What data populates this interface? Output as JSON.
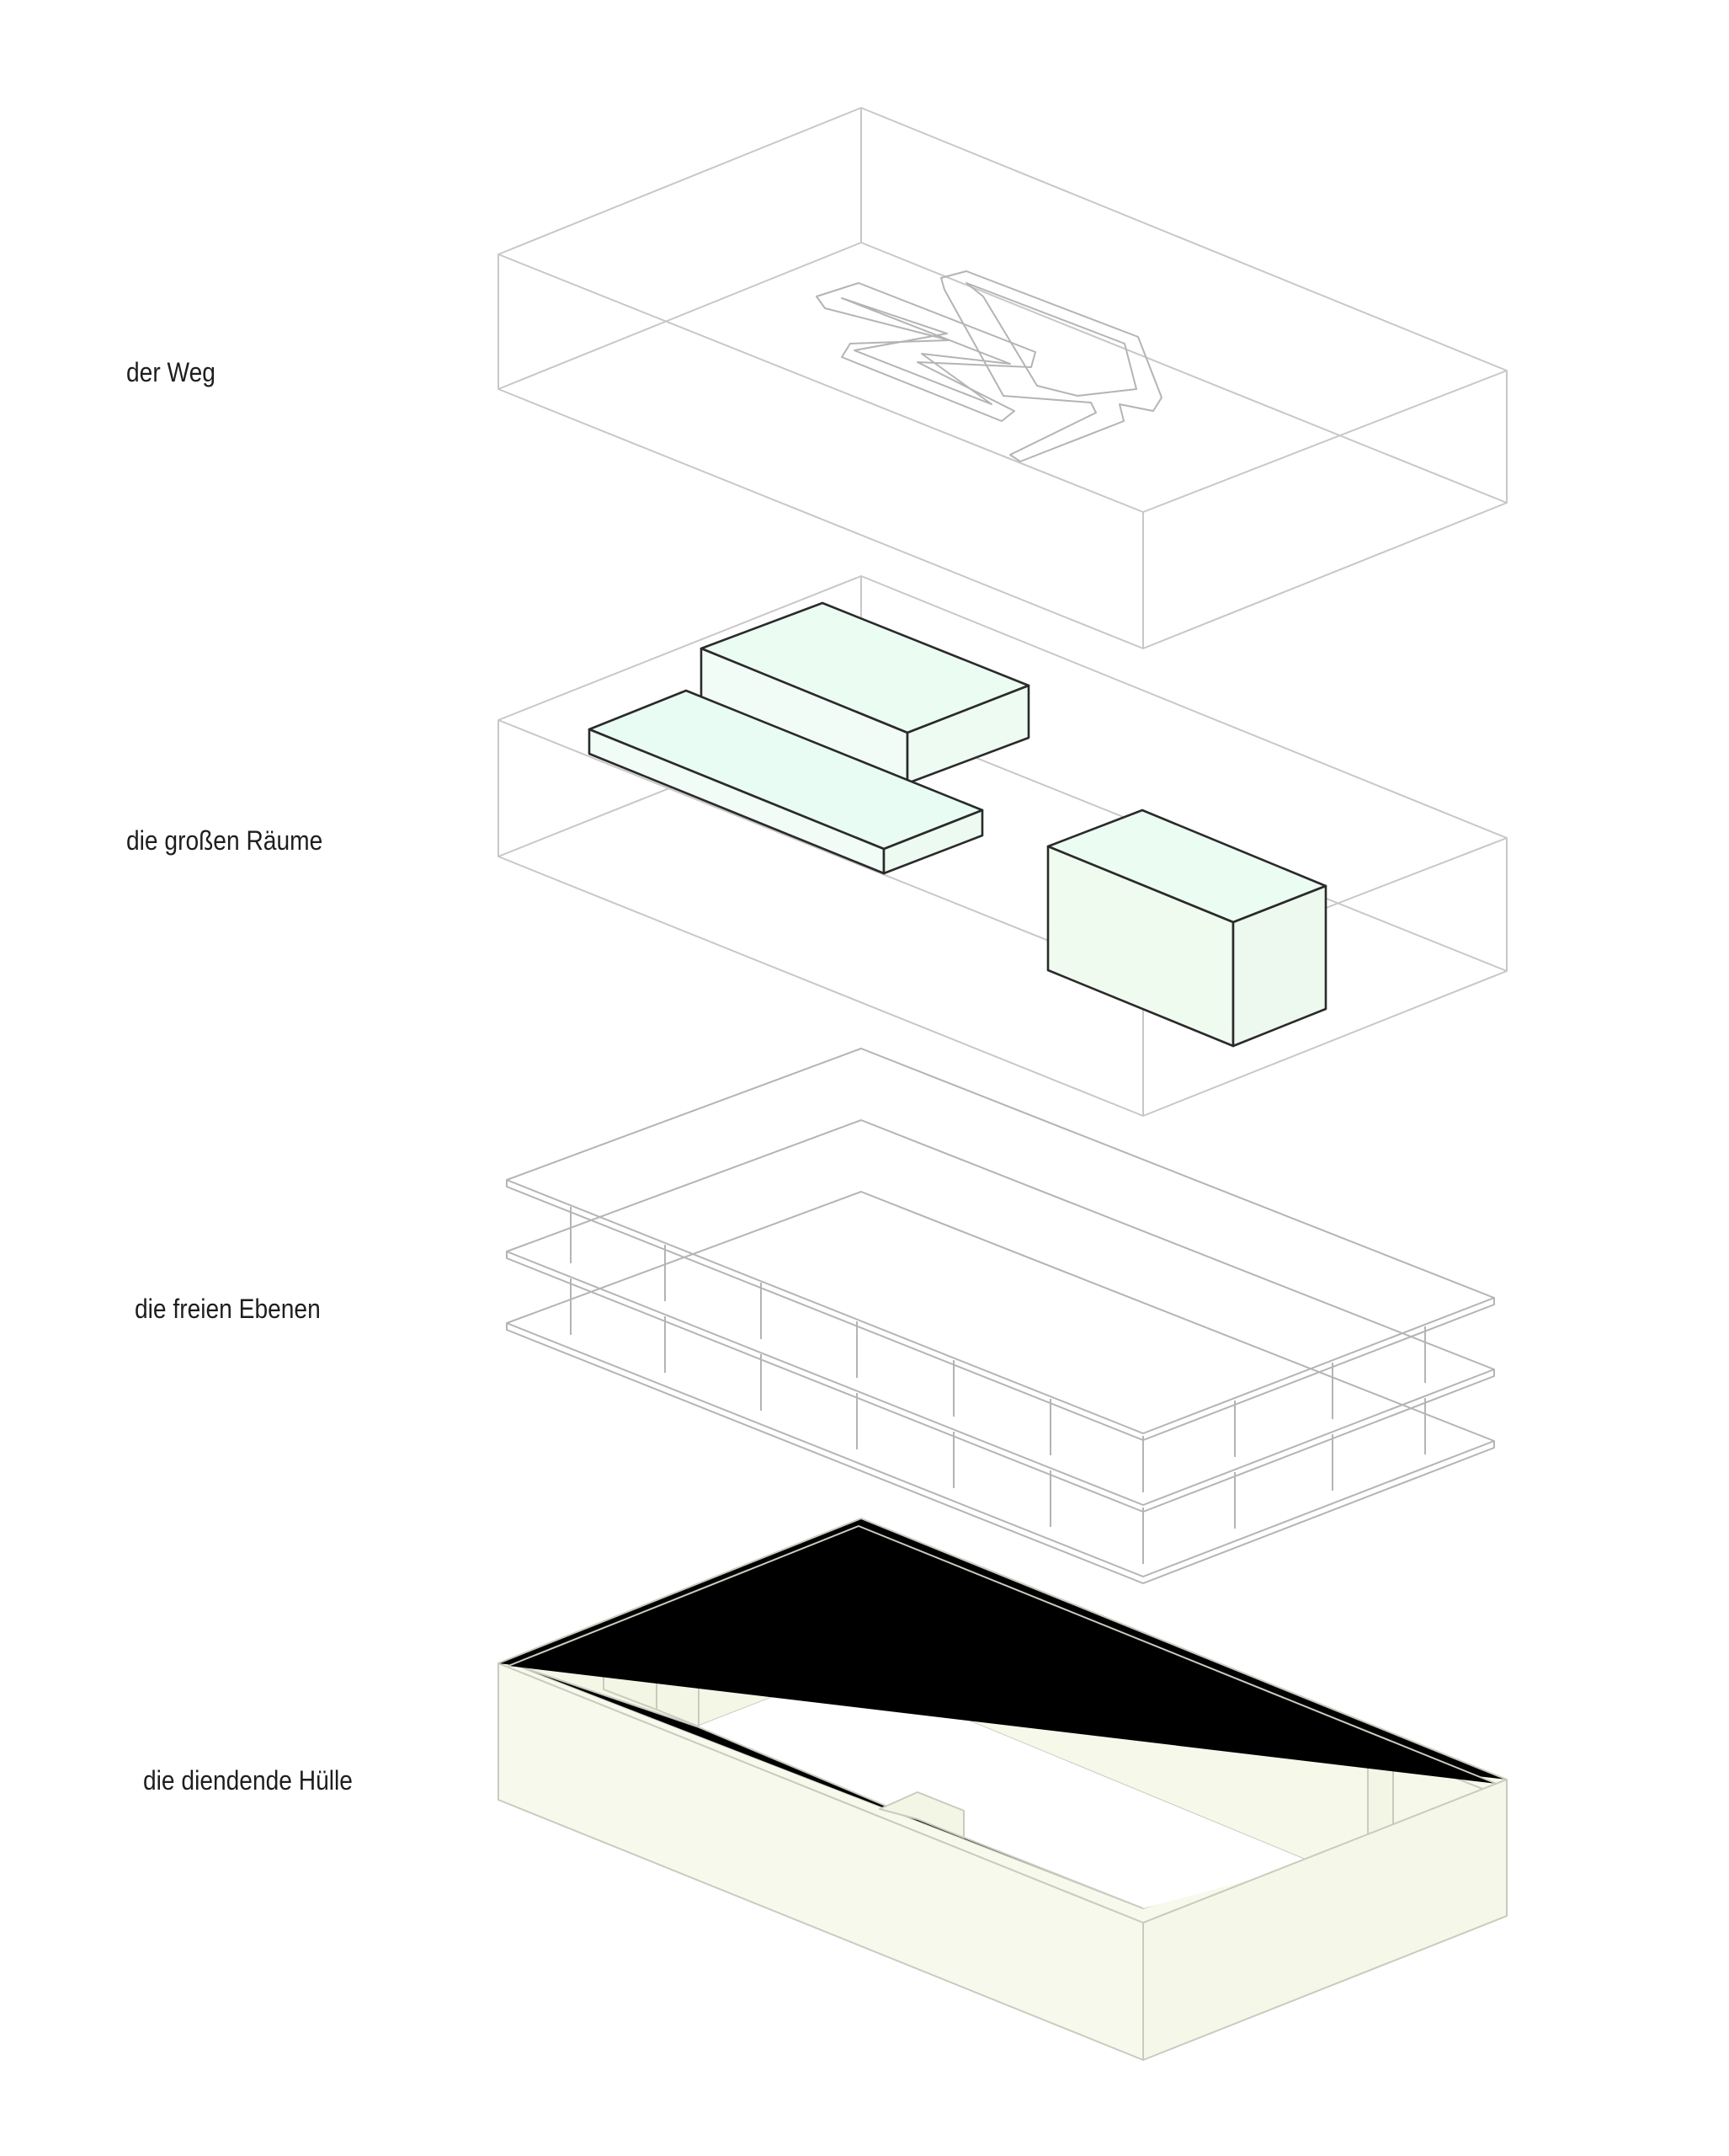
{
  "layers": [
    {
      "id": "path",
      "label": "der Weg"
    },
    {
      "id": "rooms",
      "label": "die großen Räume"
    },
    {
      "id": "levels",
      "label": "die freien Ebenen"
    },
    {
      "id": "shell",
      "label": "die diendende Hülle"
    }
  ],
  "colors": {
    "outline": "#c8c8c8",
    "volume_stroke": "#2a2a2a",
    "volume_fill_top": "#e8fcf3",
    "volume_fill_side": "#f2fcf6",
    "shell_fill": "#f7f9ec",
    "shell_fill_dark": "#f1f4e2"
  }
}
